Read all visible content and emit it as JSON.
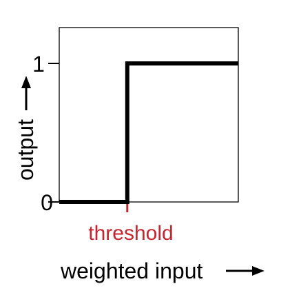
{
  "chart_data": {
    "type": "line",
    "xlabel": "weighted input",
    "ylabel": "output",
    "y_ticks": [
      "0",
      "1"
    ],
    "ylim": [
      0,
      1.25
    ],
    "xlim": [
      0,
      1
    ],
    "threshold": {
      "label": "threshold",
      "x": 0.38
    },
    "series": [
      {
        "x": [
          0,
          0.38,
          0.38,
          1
        ],
        "values": [
          0,
          0,
          1,
          1
        ]
      }
    ],
    "grid": false,
    "colors": {
      "line": "#000000",
      "threshold": "#c8242f",
      "frame": "#000000"
    }
  }
}
